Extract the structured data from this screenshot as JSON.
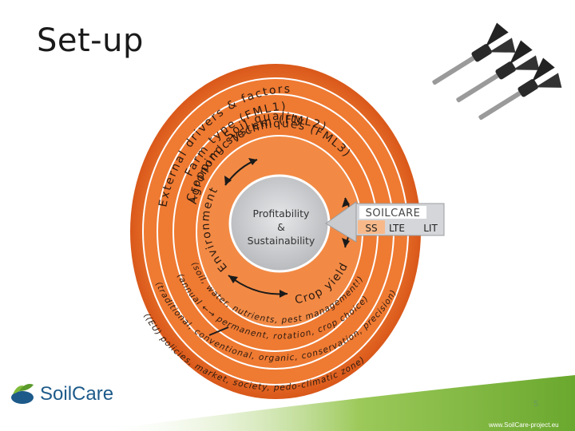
{
  "slide": {
    "title": "Set-up",
    "page_number": "5",
    "url": "www.SoilCare-project.eu"
  },
  "logo": {
    "text": "SoilCare"
  },
  "diagram": {
    "rings": [
      "External drivers & factors",
      "Farm type (FML1)",
      "Cropping system (FML2)",
      "Agronomic techniques (FML3)"
    ],
    "center": [
      "Profitability",
      "&",
      "Sustainability"
    ],
    "inner_labels": {
      "soil_quality": "Soil quality",
      "environment": "Environment",
      "crop_yield": "Crop yield"
    },
    "bottom_lines": [
      "(soil, water, nutrients, pest management!)",
      "(annual ←→ permanent, rotation, crop choice)",
      "(traditional, conventional, organic, conservation, precision)",
      "((EU) policies, market, society, pedo-climatic zone)"
    ],
    "soilcare_box": {
      "title": "SOILCARE",
      "items": [
        "SS",
        "LTE",
        "LIT"
      ]
    }
  },
  "colors": {
    "ring_dark": "#e0601c",
    "ring_light": "#f7a56a",
    "center_fill": "#c7c9cc",
    "footer_green": "#7fba3a",
    "logo_blue": "#1d5a8a"
  }
}
